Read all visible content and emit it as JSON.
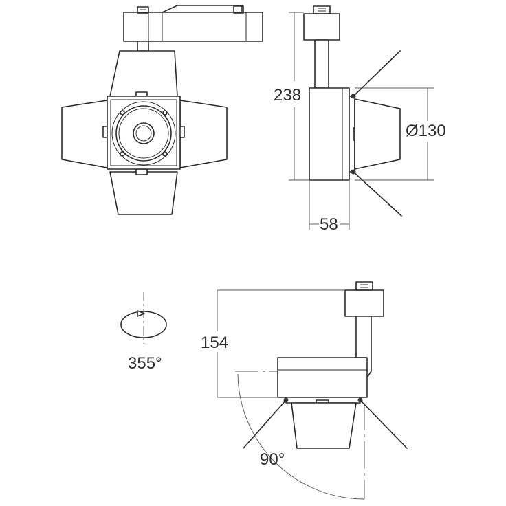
{
  "labels": {
    "height_total": "238",
    "diameter": "Ø130",
    "depth": "58",
    "height_side": "154",
    "rotation": "355°",
    "tilt": "90°"
  },
  "colors": {
    "line": "#2b2b2b",
    "background": "#ffffff"
  }
}
